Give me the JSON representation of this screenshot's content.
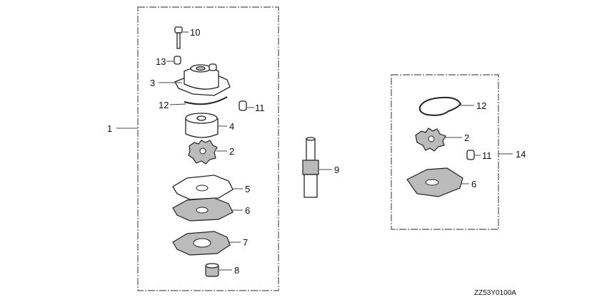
{
  "diagram": {
    "kit_left_label": "1",
    "kit_right_label": "14",
    "left_callouts": {
      "bolt": "10",
      "collar": "13",
      "pump_housing": "3",
      "housing_gasket": "12",
      "grommet": "11",
      "liner": "4",
      "impeller": "2",
      "plate": "5",
      "plate_gasket": "6",
      "base_gasket": "7",
      "bushing": "8"
    },
    "shaft_callout": "9",
    "right_callouts": {
      "housing_gasket": "12",
      "impeller": "2",
      "grommet": "11",
      "plate_gasket": "6"
    },
    "diagram_code": "ZZ53Y0100A"
  }
}
